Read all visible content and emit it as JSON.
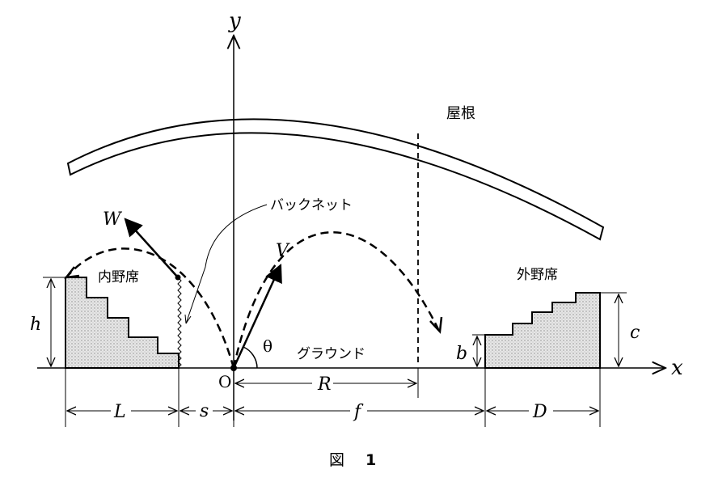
{
  "labels": {
    "roof": "屋根",
    "backnet": "バックネット",
    "infield_seats": "内野席",
    "outfield_seats": "外野席",
    "ground": "グラウンド",
    "origin": "O",
    "x_axis": "x",
    "y_axis": "y",
    "velocity_V": "V",
    "velocity_W": "W",
    "angle": "θ",
    "h": "h",
    "b": "b",
    "c": "c",
    "L": "L",
    "s": "s",
    "R": "R",
    "f": "f",
    "D": "D"
  },
  "caption": {
    "prefix": "図",
    "number": "1"
  }
}
